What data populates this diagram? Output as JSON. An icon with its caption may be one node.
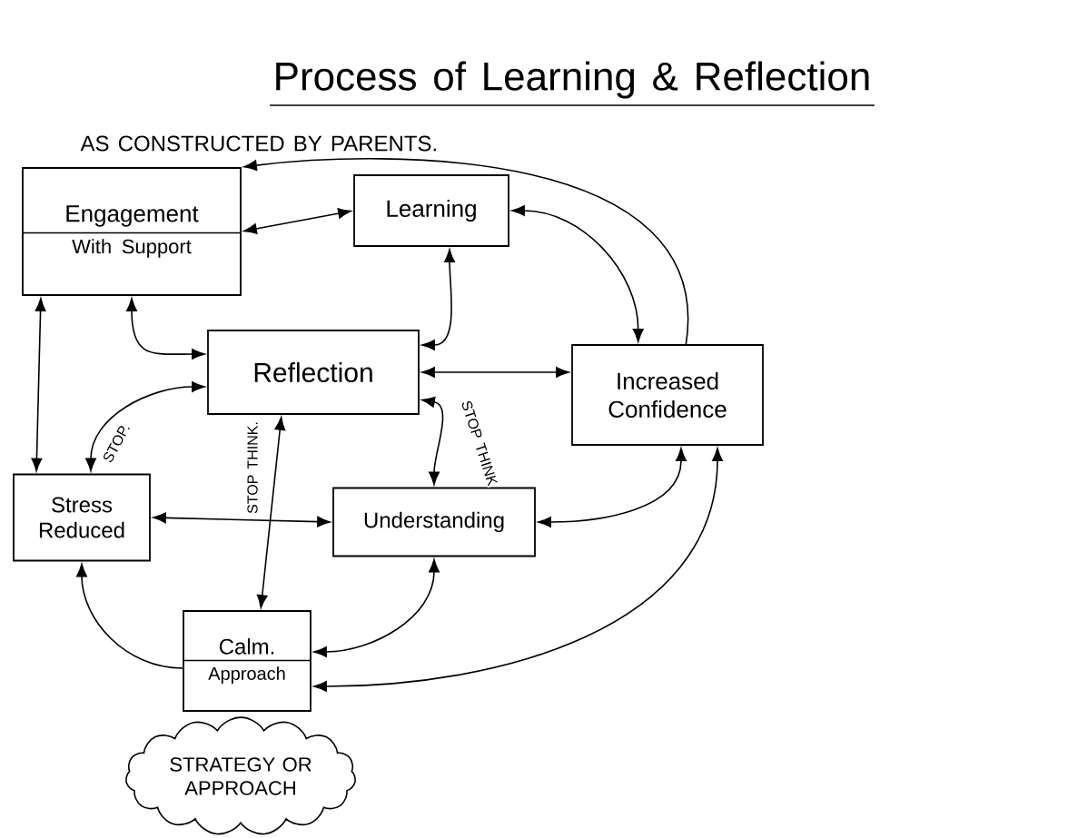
{
  "diagram": {
    "title": "Process of Learning & Reflection",
    "nodes": [
      {
        "text": [
          "Engagement",
          "With Support"
        ]
      },
      {
        "text": [
          "Learning"
        ]
      },
      {
        "text": [
          "Reflection"
        ]
      },
      {
        "text": [
          "Increased Confidence"
        ]
      },
      {
        "text": [
          "Stress Reduced"
        ]
      },
      {
        "text": [
          "Understanding"
        ]
      },
      {
        "text": [
          "Calm.",
          "Approach"
        ]
      },
      {
        "text": [
          "STRATEGY OR APPROACH"
        ]
      }
    ],
    "edges": [
      {
        "from": 0,
        "to": 1,
        "arrow": "both"
      },
      {
        "from": 3,
        "to": 0,
        "arrow": "to"
      },
      {
        "from": 1,
        "to": 3,
        "arrow": "both"
      },
      {
        "from": 0,
        "to": 2,
        "arrow": "both"
      },
      {
        "from": 1,
        "to": 2,
        "arrow": "both"
      },
      {
        "from": 2,
        "to": 3,
        "arrow": "both"
      },
      {
        "from": 2,
        "to": 4,
        "arrow": "both",
        "label": "STOP."
      },
      {
        "from": 0,
        "to": 4,
        "arrow": "both"
      },
      {
        "from": 2,
        "to": 5,
        "arrow": "both",
        "label": "STOP THINK"
      },
      {
        "from": 2,
        "to": 6,
        "arrow": "both",
        "label": "STOP THINK."
      },
      {
        "from": 4,
        "to": 5,
        "arrow": "both"
      },
      {
        "from": 5,
        "to": 3,
        "arrow": "both"
      },
      {
        "from": 6,
        "to": 4,
        "arrow": "to"
      },
      {
        "from": 6,
        "to": 5,
        "arrow": "both"
      },
      {
        "from": 6,
        "to": 3,
        "arrow": "both"
      }
    ],
    "labels": [
      "AS CONSTRUCTED BY PARENTS."
    ]
  }
}
